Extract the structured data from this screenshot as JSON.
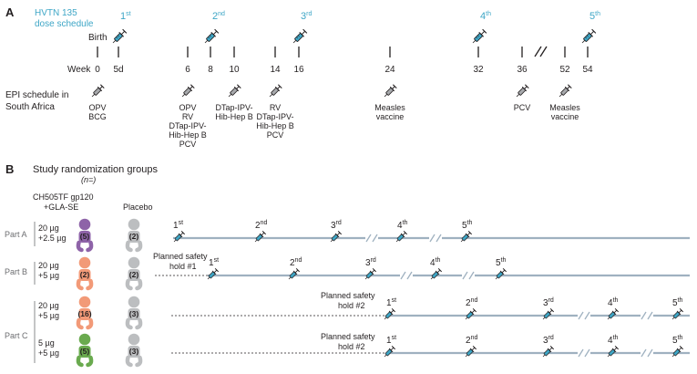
{
  "panel_a": {
    "label": "A",
    "title_line1": "HVTN 135",
    "title_line2": "dose schedule",
    "birth_label": "Birth",
    "week_label": "Week",
    "weeks": [
      "0",
      "5d",
      "6",
      "8",
      "10",
      "14",
      "16",
      "24",
      "32",
      "36",
      "52",
      "54"
    ],
    "doses": [
      {
        "num": "1",
        "sup": "st"
      },
      {
        "num": "2",
        "sup": "nd"
      },
      {
        "num": "3",
        "sup": "rd"
      },
      {
        "num": "4",
        "sup": "th"
      },
      {
        "num": "5",
        "sup": "th"
      }
    ],
    "epi_line1": "EPI schedule in",
    "epi_line2": "South Africa",
    "epi_groups": [
      {
        "lines": [
          "OPV",
          "BCG"
        ]
      },
      {
        "lines": [
          "OPV",
          "RV",
          "DTap-IPV-",
          "Hib-Hep B",
          "PCV"
        ]
      },
      {
        "lines": [
          "DTap-IPV-",
          "Hib-Hep B"
        ]
      },
      {
        "lines": [
          "RV",
          "DTap-IPV-",
          "Hib-Hep B",
          "PCV"
        ]
      },
      {
        "lines": [
          "Measles",
          "vaccine"
        ]
      },
      {
        "lines": [
          "PCV"
        ]
      },
      {
        "lines": [
          "Measles",
          "vaccine"
        ]
      }
    ],
    "colors": {
      "teal": "#3ea6c6",
      "line": "#231f20"
    }
  },
  "panel_b": {
    "label": "B",
    "title": "Study randomization groups",
    "n_label": "(n=)",
    "col_vaccine_line1": "CH505TF gp120",
    "col_vaccine_line2": "+GLA-SE",
    "col_placebo": "Placebo",
    "part_a": "Part A",
    "part_b": "Part B",
    "part_c": "Part C",
    "hold1_line1": "Planned safety",
    "hold1_line2": "hold #1",
    "hold2_line1": "Planned safety",
    "hold2_line2": "hold #2",
    "rows": [
      {
        "dose1": "20 µg",
        "dose2": "+2.5 µg",
        "vaccine_n": "(5)",
        "placebo_n": "(2)",
        "color": "#8e63a8"
      },
      {
        "dose1": "20 µg",
        "dose2": "+5 µg",
        "vaccine_n": "(2)",
        "placebo_n": "(2)",
        "color": "#f29a78"
      },
      {
        "dose1": "20 µg",
        "dose2": "+5 µg",
        "vaccine_n": "(16)",
        "placebo_n": "(3)",
        "color": "#f29a78"
      },
      {
        "dose1": "5 µg",
        "dose2": "+5 µg",
        "vaccine_n": "(5)",
        "placebo_n": "(3)",
        "color": "#6aaa4f"
      }
    ],
    "doses": [
      {
        "num": "1",
        "sup": "st"
      },
      {
        "num": "2",
        "sup": "nd"
      },
      {
        "num": "3",
        "sup": "rd"
      },
      {
        "num": "4",
        "sup": "th"
      },
      {
        "num": "5",
        "sup": "th"
      }
    ],
    "colors": {
      "placebo": "#bcbec0",
      "timeline": "#9fb1c0"
    }
  }
}
